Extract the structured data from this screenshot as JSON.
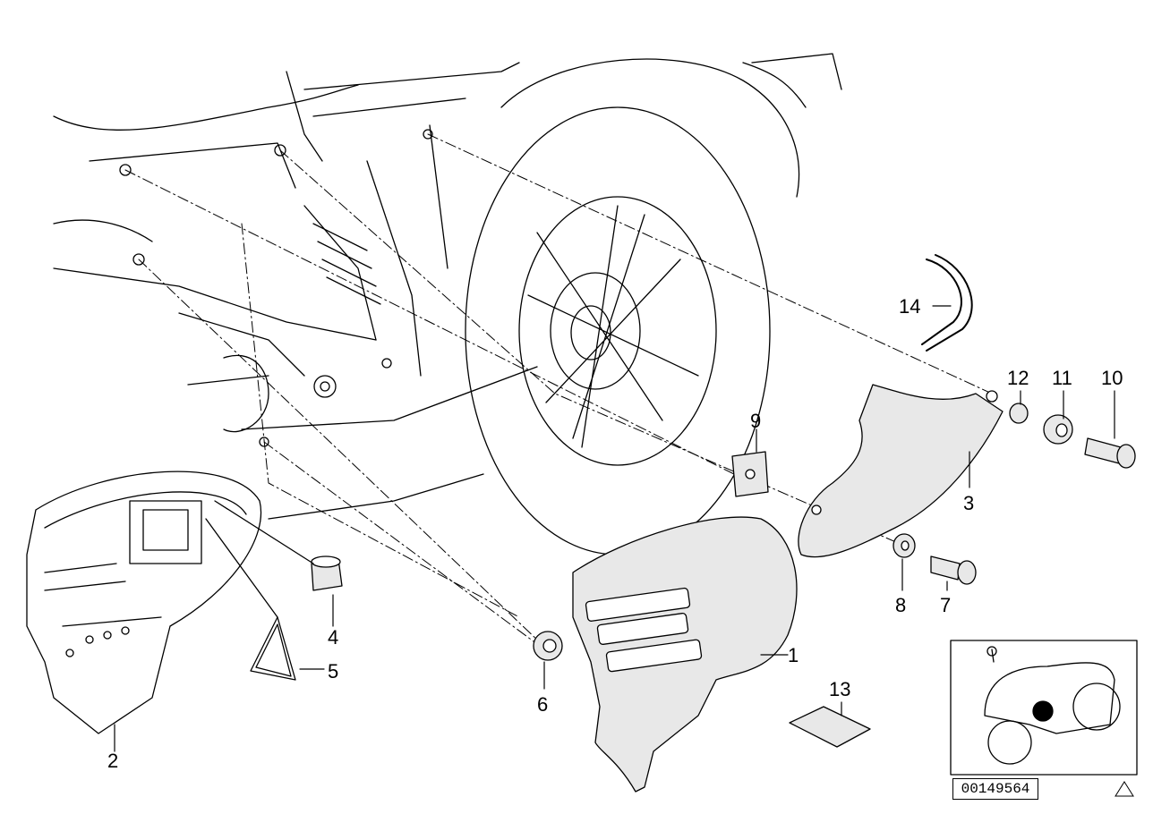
{
  "diagram": {
    "part_number": "00149564",
    "callouts": [
      {
        "label": "1"
      },
      {
        "label": "2"
      },
      {
        "label": "3"
      },
      {
        "label": "4"
      },
      {
        "label": "5"
      },
      {
        "label": "6"
      },
      {
        "label": "7"
      },
      {
        "label": "8"
      },
      {
        "label": "9"
      },
      {
        "label": "10"
      },
      {
        "label": "11"
      },
      {
        "label": "12"
      },
      {
        "label": "13"
      },
      {
        "label": "14"
      }
    ]
  },
  "colors": {
    "line": "#000000",
    "fill": "#ffffff",
    "part_fill": "#e8e8e8"
  },
  "icons": {
    "warning": "warning-triangle-icon",
    "locator": "bike-locator-thumbnail"
  }
}
